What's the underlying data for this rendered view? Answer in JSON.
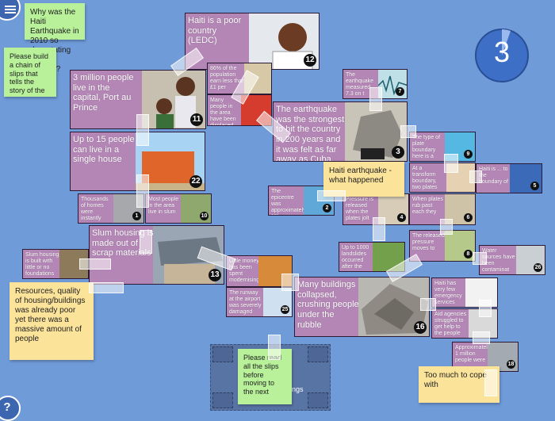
{
  "app": {
    "menu_icon": "hamburger-icon",
    "help_label": "?",
    "counter": "3"
  },
  "notes": {
    "question": "Why was the Haiti Earthquake in 2010 so devastating for the country?",
    "instruction": "Please build a chain of slips that tells the story of the",
    "resources": "Resources, quality of housing/buildings was already poor yet there was a massive amount of people",
    "what_happened": "Haiti earthquake - what happened",
    "read_all": "Please read all the slips before moving to the next",
    "too_much": "Too much to cope with",
    "drop_partial": "ings"
  },
  "slips": [
    {
      "id": "poor",
      "text": "Haiti is a poor country (LEDC)",
      "num": "12"
    },
    {
      "id": "pop3m",
      "text": "3 million people live in the capital, Port au Prince",
      "num": "11"
    },
    {
      "id": "dollar",
      "text": "86% of the population earn less than £1 per"
    },
    {
      "id": "displaced",
      "text": "Many people in the area have been displaced"
    },
    {
      "id": "measured",
      "text": "The earthquake measured 7.3 on t",
      "num": "7"
    },
    {
      "id": "strongest",
      "text": "The earthquake was the strongest to hit the country in 200 years and it was felt as far away as Cuba.",
      "num": "3"
    },
    {
      "id": "fifteen",
      "text": "Up to 15 people can live in a single house",
      "num": "22"
    },
    {
      "id": "boundary_type",
      "text": "The type of plate boundary here is a",
      "num": "9"
    },
    {
      "id": "transform",
      "text": "At a transform boundary, two plates"
    },
    {
      "id": "haiti_is",
      "text": "Haiti is ... to the boundary of",
      "num": "5"
    },
    {
      "id": "thousands",
      "text": "Thousands of homes were instantly",
      "num": "1"
    },
    {
      "id": "most_people",
      "text": "Most people in the area live in slum",
      "num": "10"
    },
    {
      "id": "epicentre",
      "text": "The epicentre was approximately 15km",
      "num": "2"
    },
    {
      "id": "pressure",
      "text": "Pressure is released when the plates jolt",
      "num": "4"
    },
    {
      "id": "when_plates",
      "text": "When plates rub past each they",
      "num": "6"
    },
    {
      "id": "slum_scrap",
      "text": "Slum housing is made out of scrap materials",
      "num": "13"
    },
    {
      "id": "slum_built",
      "text": "Slum housing is built with little or no foundations"
    },
    {
      "id": "landslides",
      "text": "Up to 1000 landslides occurred after the"
    },
    {
      "id": "released",
      "text": "The released pressure moves to",
      "num": "8"
    },
    {
      "id": "water",
      "text": "Water sources have been contaminat",
      "num": "26"
    },
    {
      "id": "money",
      "text": "Little money has been spent modernising"
    },
    {
      "id": "runway",
      "text": "The runway at the airport was severely damaged",
      "num": "25"
    },
    {
      "id": "collapsed",
      "text": "Many buildings collapsed, crushing people under the rubble",
      "num": "16"
    },
    {
      "id": "medical",
      "text": "Haiti has very few emergency services"
    },
    {
      "id": "agencies",
      "text": "Aid agencies struggled to get help to the people"
    },
    {
      "id": "homeless",
      "text": "Approximately 1 million people were",
      "num": "18"
    }
  ],
  "colors": {
    "background": "#6f9bd8",
    "slip": "#b486b6",
    "note": "#fbe39a",
    "note_green": "#b8f19a"
  }
}
